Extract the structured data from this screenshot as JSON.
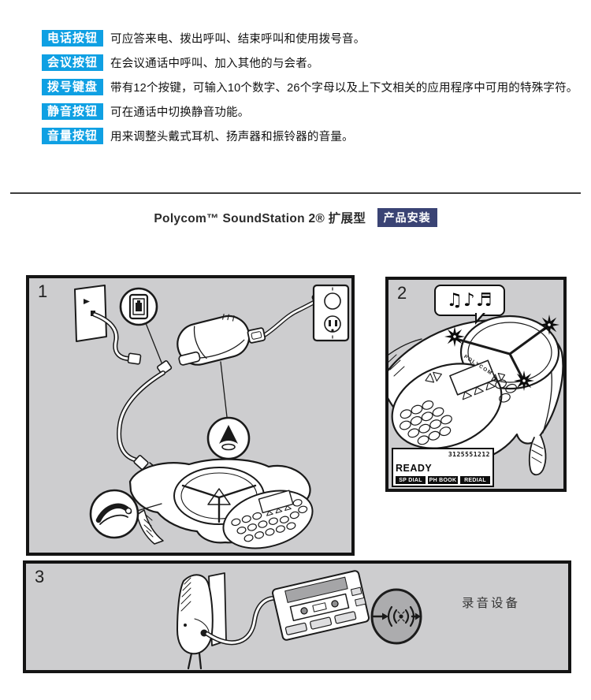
{
  "colors": {
    "accent_blue": "#0FA0E3",
    "navy_badge": "#3A4374",
    "panel_background": "#CDCDCF",
    "circle_gray": "#ACACAE",
    "ink": "#1A1A1A"
  },
  "features": [
    {
      "label": "电话按钮",
      "desc": "可应答来电、拨出呼叫、结束呼叫和使用拨号音。"
    },
    {
      "label": "会议按钮",
      "desc": "在会议通话中呼叫、加入其他的与会者。"
    },
    {
      "label": "拨号键盘",
      "desc": "带有12个按键，可输入10个数字、26个字母以及上下文相关的应用程序中可用的特殊字符。"
    },
    {
      "label": "静音按钮",
      "desc": "可在通话中切换静音功能。"
    },
    {
      "label": "音量按钮",
      "desc": "用来调整头戴式耳机、扬声器和振铃器的音量。"
    }
  ],
  "title": {
    "product": "Polycom™ SoundStation 2® 扩展型",
    "badge": "产品安装"
  },
  "panels": {
    "p1": {
      "number": "1"
    },
    "p2": {
      "number": "2",
      "notes": "♫♪♬",
      "logo": "POLYCOM",
      "lcd": {
        "number": "3125551212",
        "status": "READY",
        "softkeys": [
          "SP DIAL",
          "PH BOOK",
          "REDIAL"
        ]
      }
    },
    "p3": {
      "number": "3",
      "label": "录音设备"
    }
  }
}
